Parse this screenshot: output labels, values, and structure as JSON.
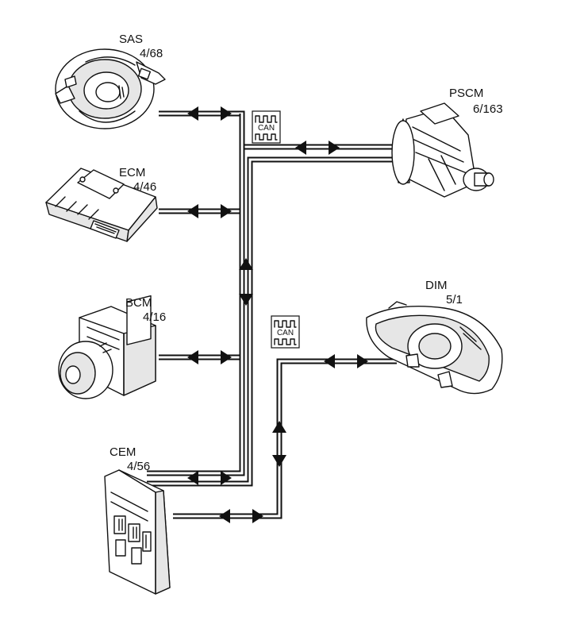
{
  "modules": {
    "sas": {
      "name": "SAS",
      "ref": "4/68"
    },
    "ecm": {
      "name": "ECM",
      "ref": "4/46"
    },
    "bcm": {
      "name": "BCM",
      "ref": "4/16"
    },
    "cem": {
      "name": "CEM",
      "ref": "4/56"
    },
    "pscm": {
      "name": "PSCM",
      "ref": "6/163"
    },
    "dim": {
      "name": "DIM",
      "ref": "5/1"
    }
  },
  "bus": {
    "upper": {
      "label": "CAN"
    },
    "lower": {
      "label": "CAN"
    }
  }
}
